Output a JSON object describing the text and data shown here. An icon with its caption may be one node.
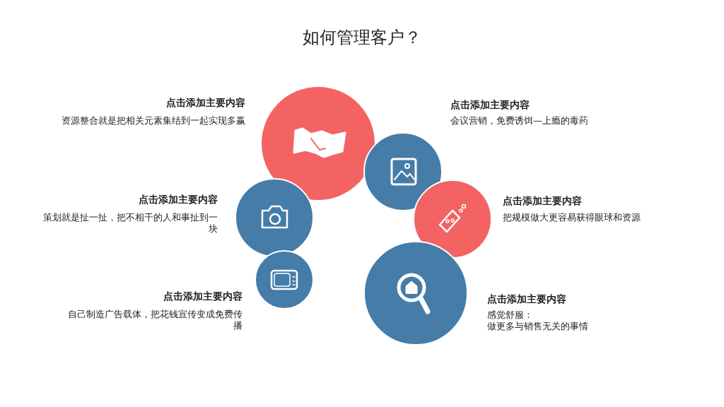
{
  "diagram": {
    "title": "如何管理客户？",
    "labels": [
      "点击添加主要内容",
      "资源整合就是把相关元素集结到一起实现多赢",
      "点击添加主要内容",
      "会议营销，免费诱饵—上瘾的毒药",
      "点击添加主要内容",
      "策划就是扯一扯，把不相干的人和事扯到一块",
      "点击添加主要内容",
      "把规模做大更容易获得眼球和资源",
      "点击添加主要内容",
      "自己制造广告载体，把花钱宣传变成免费传播",
      "点击添加主要内容",
      "感觉舒服：",
      "做更多与销售无关的事情"
    ]
  }
}
